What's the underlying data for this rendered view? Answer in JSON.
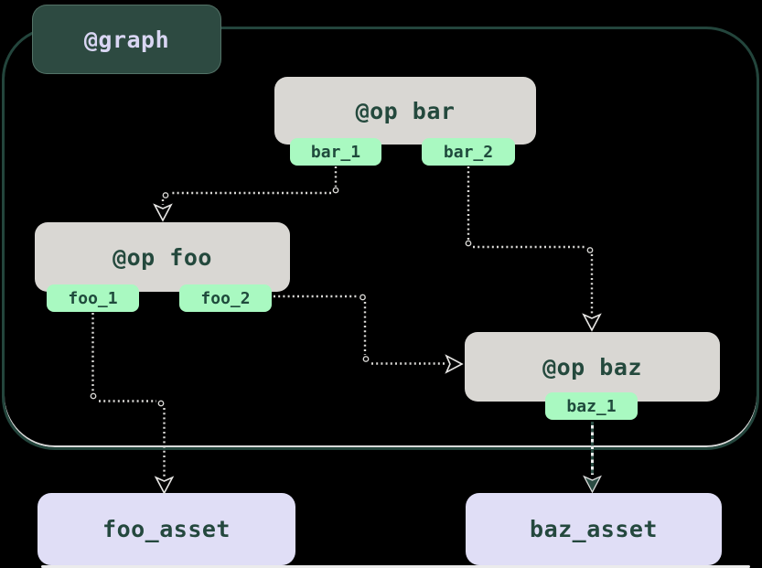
{
  "graph": {
    "label": "@graph"
  },
  "ops": [
    {
      "label": "@op bar",
      "outputs": [
        "bar_1",
        "bar_2"
      ]
    },
    {
      "label": "@op foo",
      "outputs": [
        "foo_1",
        "foo_2"
      ]
    },
    {
      "label": "@op baz",
      "outputs": [
        "baz_1"
      ]
    }
  ],
  "assets": [
    {
      "label": "foo_asset"
    },
    {
      "label": "baz_asset"
    }
  ],
  "edges": [
    {
      "from": "bar_1",
      "to": "@op foo"
    },
    {
      "from": "bar_2",
      "to": "@op baz"
    },
    {
      "from": "foo_2",
      "to": "@op baz"
    },
    {
      "from": "foo_1",
      "to": "foo_asset"
    },
    {
      "from": "baz_1",
      "to": "baz_asset"
    }
  ],
  "colors": {
    "background": "#000000",
    "graph_fill": "#2d4a41",
    "graph_label_text": "#d9d6f3",
    "graph_border": "#23453c",
    "op_fill": "#d9d7d3",
    "op_text": "#24493d",
    "output_tag_fill": "#a9f9c1",
    "output_tag_text": "#1f4a3c",
    "asset_fill": "#e0def6",
    "asset_text": "#24483e",
    "edge_light": "#d9d8d5",
    "edge_dark": "#2b4c43"
  }
}
